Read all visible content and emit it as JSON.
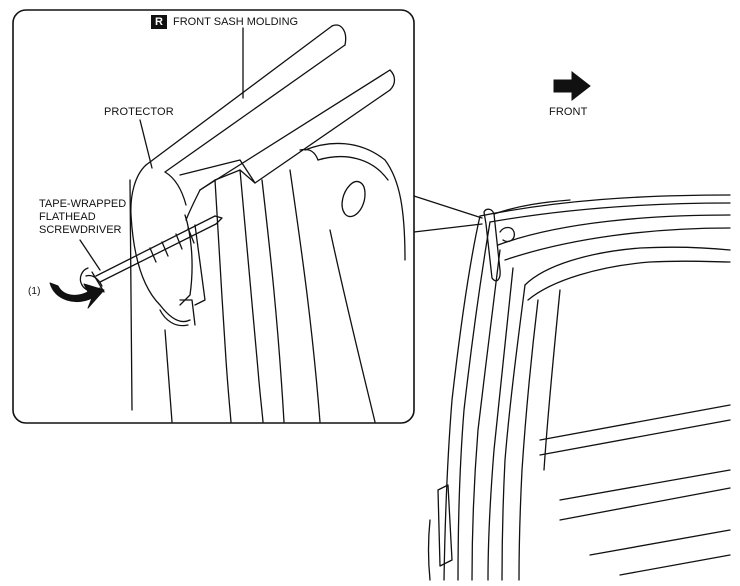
{
  "callouts": {
    "view_badge": "R",
    "part_name": "FRONT SASH MOLDING",
    "protector": "PROTECTOR",
    "tool_lines": [
      "TAPE-WRAPPED",
      "FLATHEAD",
      "SCREWDRIVER"
    ],
    "step": "(1)",
    "direction": "FRONT"
  },
  "icons": {
    "direction_arrow": "right-arrow-icon",
    "rotation_arrow": "curved-arrow-icon"
  },
  "colors": {
    "line": "#111111",
    "background": "#ffffff"
  }
}
